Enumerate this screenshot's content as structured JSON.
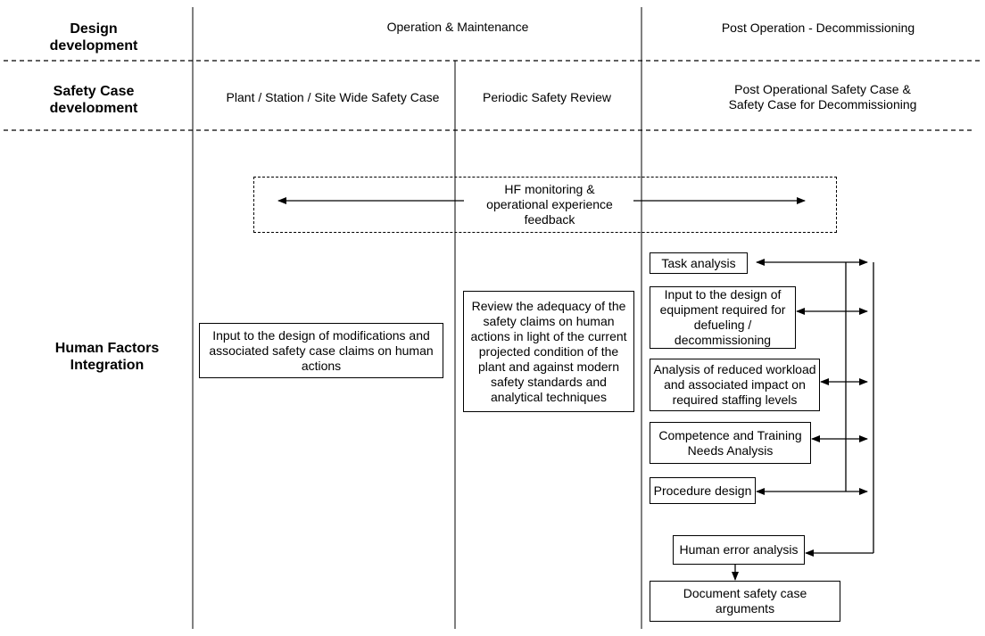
{
  "row_headers": {
    "design": "Design development",
    "safety_case": "Safety Case development",
    "hf": "Human Factors Integration"
  },
  "phases": {
    "operation": "Operation & Maintenance",
    "post_operation": "Post Operation - Decommissioning"
  },
  "safety_case_stages": {
    "site_wide": "Plant / Station / Site Wide Safety Case",
    "periodic": "Periodic Safety Review",
    "post_operational": "Post Operational Safety Case & Safety Case for Decommissioning"
  },
  "hf_monitoring": "HF monitoring & operational experience feedback",
  "boxes": {
    "modifications": "Input to the design of modifications and associated safety case claims on human actions",
    "review": "Review the adequacy of the safety claims on human actions in light of the current projected condition of the plant and against modern safety standards and analytical techniques",
    "task_analysis": "Task analysis",
    "equipment_design": "Input to the design of equipment required for defueling / decommissioning",
    "workload": "Analysis of reduced workload and associated impact on required staffing levels",
    "competence": "Competence and Training Needs Analysis",
    "procedure": "Procedure design",
    "human_error": "Human error analysis",
    "document": "Document safety case arguments"
  }
}
